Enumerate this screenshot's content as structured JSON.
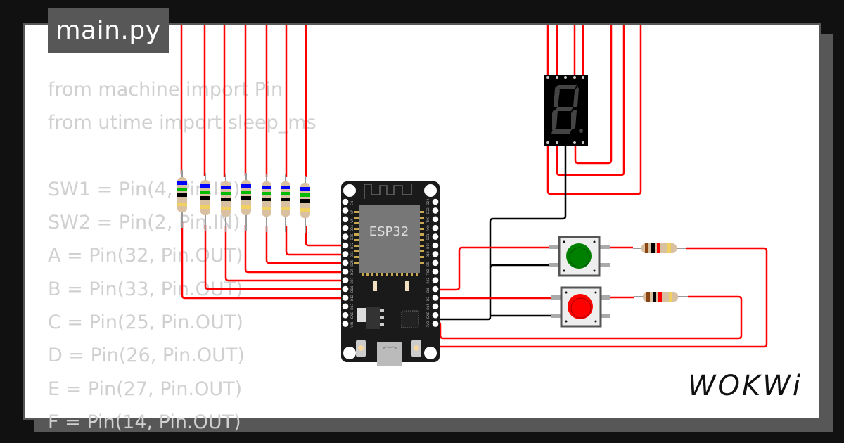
{
  "tab": {
    "label": "main.py"
  },
  "code": {
    "lines": [
      "from machine import Pin",
      "from utime import sleep_ms",
      "",
      "SW1 = Pin(4, Pin.IN)",
      "SW2 = Pin(2, Pin.IN)",
      "A = Pin(32, Pin.OUT)",
      "B = Pin(33, Pin.OUT)",
      "C = Pin(25, Pin.OUT)",
      "D = Pin(26, Pin.OUT)",
      "E = Pin(27, Pin.OUT)",
      "F = Pin(14, Pin.OUT)"
    ]
  },
  "board": {
    "name": "ESP32",
    "left_pins": [
      "EN",
      "VP",
      "VN",
      "D34",
      "D35",
      "D32",
      "D33",
      "D25",
      "D26",
      "D27",
      "D14",
      "D12",
      "D13",
      "GND",
      "VIN"
    ],
    "right_pins": [
      "D23",
      "D22",
      "TX0",
      "RX0",
      "D21",
      "D19",
      "D18",
      "D5",
      "TX2",
      "RX2",
      "D4",
      "D2",
      "D15",
      "GND",
      "3V3"
    ]
  },
  "components": {
    "segment_resistors": 7,
    "pushbuttons": [
      {
        "name": "green-button",
        "color": "#008800"
      },
      {
        "name": "red-button",
        "color": "#ff0000"
      }
    ],
    "display": "7-segment"
  },
  "colors": {
    "wire_red": "#ff0000",
    "wire_black": "#000000",
    "background": "#111111",
    "frame": "#575757",
    "code_text": "#d0d0d0"
  },
  "brand": {
    "logo": "WOKWi"
  }
}
